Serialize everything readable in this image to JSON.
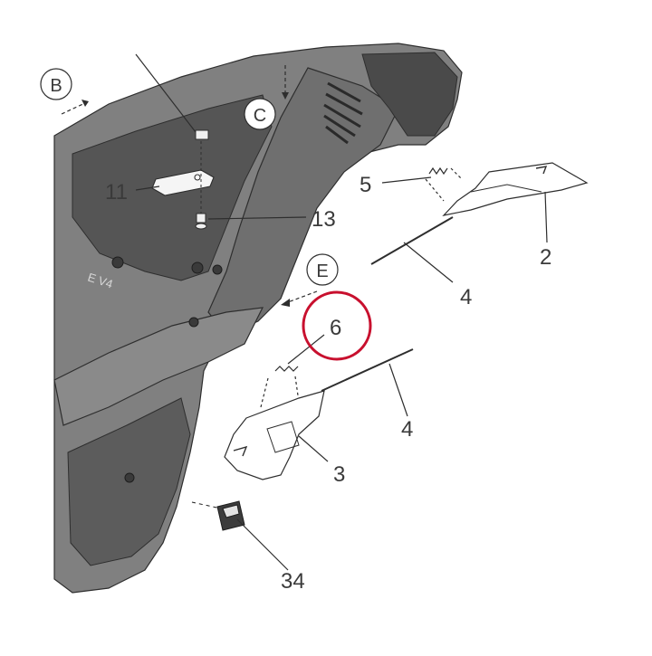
{
  "view_markers": {
    "b": "B",
    "c": "C",
    "e": "E"
  },
  "callouts": {
    "p2": "2",
    "p3": "3",
    "p4_upper": "4",
    "p4_lower": "4",
    "p5": "5",
    "p6": "6",
    "p11": "11",
    "p13": "13",
    "p34": "34"
  },
  "frame_marking": "E V4",
  "colors": {
    "frame_fill": "#7d7d7d",
    "frame_dark": "#5a5a5a",
    "parts_stroke": "#2e2e2e",
    "highlight": "#c8102e",
    "text": "#3a3a3a"
  }
}
